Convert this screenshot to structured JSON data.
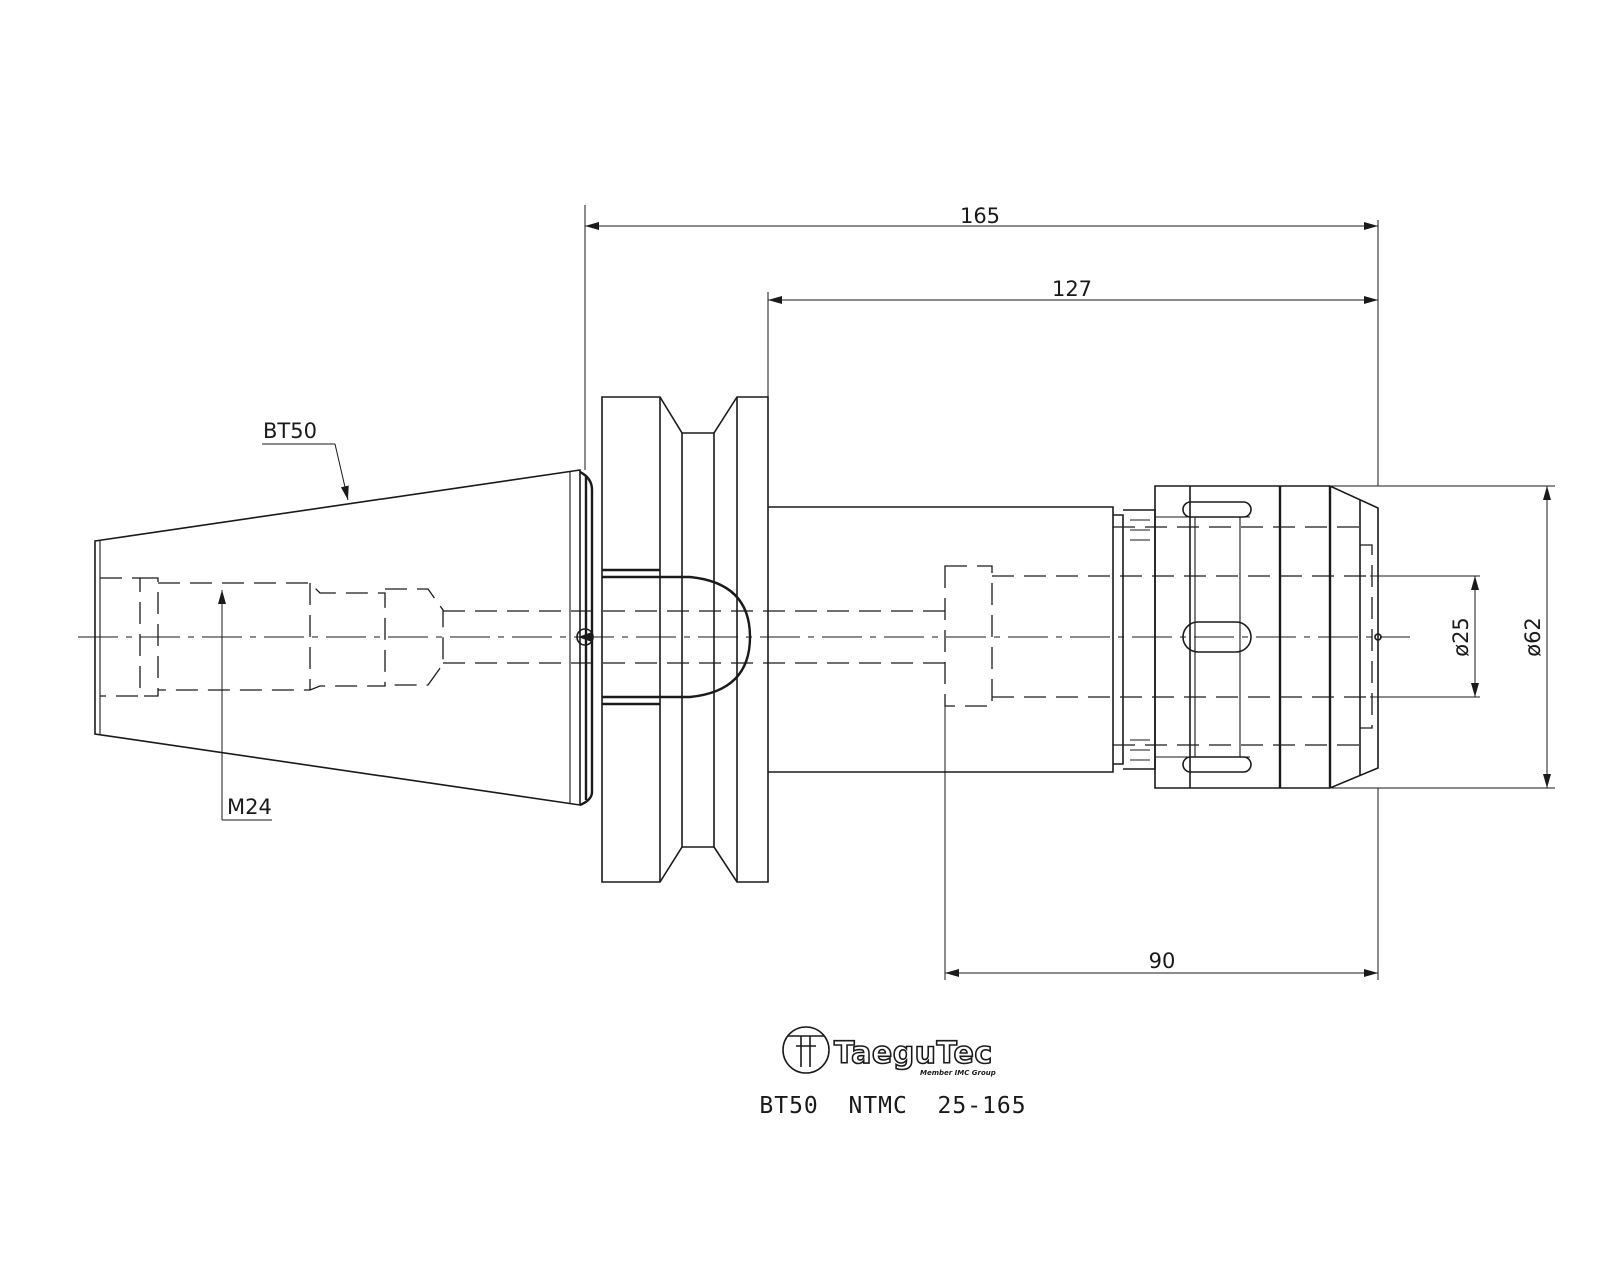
{
  "dimensions": {
    "overall_length": "165",
    "flange_to_end": "127",
    "nose_length": "90",
    "bore_diameter": "ø25",
    "nose_diameter": "ø62"
  },
  "labels": {
    "taper": "BT50",
    "thread": "M24"
  },
  "logo": {
    "brand": "TaeguTec",
    "tagline": "Member IMC Group"
  },
  "part_number": "BT50  NTMC  25-165"
}
